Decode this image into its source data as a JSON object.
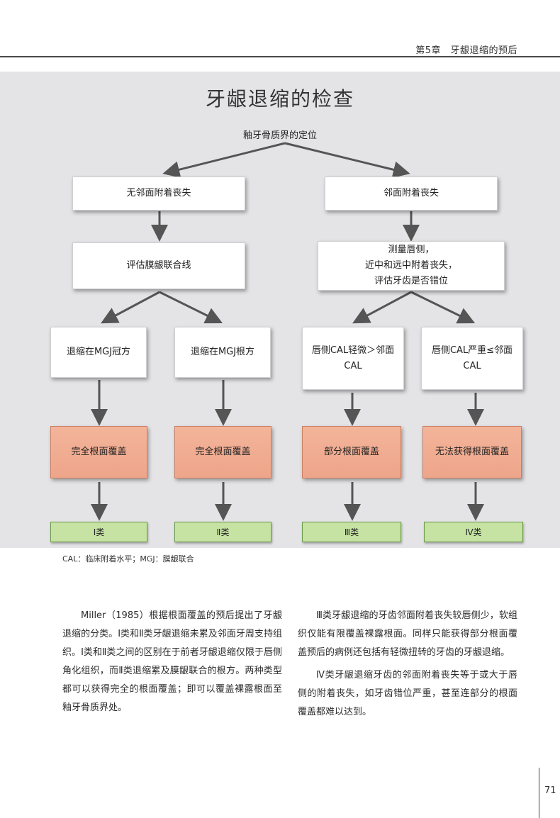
{
  "header": {
    "chapter": "第5章　牙龈退缩的预后"
  },
  "figure": {
    "title": "牙龈退缩的检查",
    "root": "釉牙骨质界的定位",
    "left_level1": "无邻面附着丧失",
    "right_level1": "邻面附着丧失",
    "left_level2": "评估膜龈联合线",
    "right_level2_line1": "测量唇侧，",
    "right_level2_line2": "近中和远中附着丧失，",
    "right_level2_line3": "评估牙齿是否错位",
    "level3": [
      {
        "line1": "退缩在MGJ冠方",
        "line2": ""
      },
      {
        "line1": "退缩在MGJ根方",
        "line2": ""
      },
      {
        "line1": "唇侧CAL轻微＞邻面",
        "line2": "CAL"
      },
      {
        "line1": "唇侧CAL严重≤邻面",
        "line2": "CAL"
      }
    ],
    "outcomes": [
      "完全根面覆盖",
      "完全根面覆盖",
      "部分根面覆盖",
      "无法获得根面覆盖"
    ],
    "classes": [
      "Ⅰ类",
      "Ⅱ类",
      "Ⅲ类",
      "Ⅳ类"
    ],
    "colors": {
      "outcome_fill": "#eea58a",
      "class_fill": "#c6e3a3",
      "panel_bg": "#e4e4e6"
    }
  },
  "caption": "CAL：临床附着水平；MGJ：膜龈联合",
  "body": {
    "left_col": [
      "Miller（1985）根据根面覆盖的预后提出了牙龈退缩的分类。Ⅰ类和Ⅱ类牙龈退缩未累及邻面牙周支持组织。Ⅰ类和Ⅱ类之间的区别在于前者牙龈退缩仅限于唇侧角化组织，而Ⅱ类退缩累及膜龈联合的根方。两种类型都可以获得完全的根面覆盖；即可以覆盖裸露根面至釉牙骨质界处。"
    ],
    "right_col": [
      "Ⅲ类牙龈退缩的牙齿邻面附着丧失较唇侧少，软组织仅能有限覆盖裸露根面。同样只能获得部分根面覆盖预后的病例还包括有轻微扭转的牙齿的牙龈退缩。",
      "Ⅳ类牙龈退缩牙齿的邻面附着丧失等于或大于唇侧的附着丧失，如牙齿错位严重，甚至连部分的根面覆盖都难以达到。"
    ]
  },
  "page_number": "71"
}
